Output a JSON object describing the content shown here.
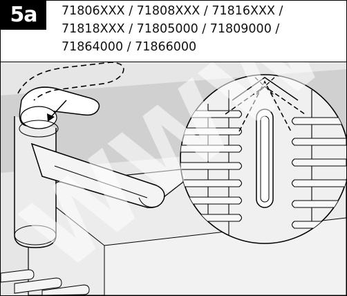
{
  "step": {
    "label": "5a"
  },
  "models": {
    "lines": [
      "71806XXX / 71808XXX / 71816XXX /",
      "71818XXX /  71805000 / 71809000 /",
      "71864000 / 71866000"
    ]
  },
  "watermark": {
    "text": "WWW"
  },
  "colors": {
    "background": "#e6e6e6",
    "worktop": "#cfcfcf",
    "outline": "#000000"
  }
}
